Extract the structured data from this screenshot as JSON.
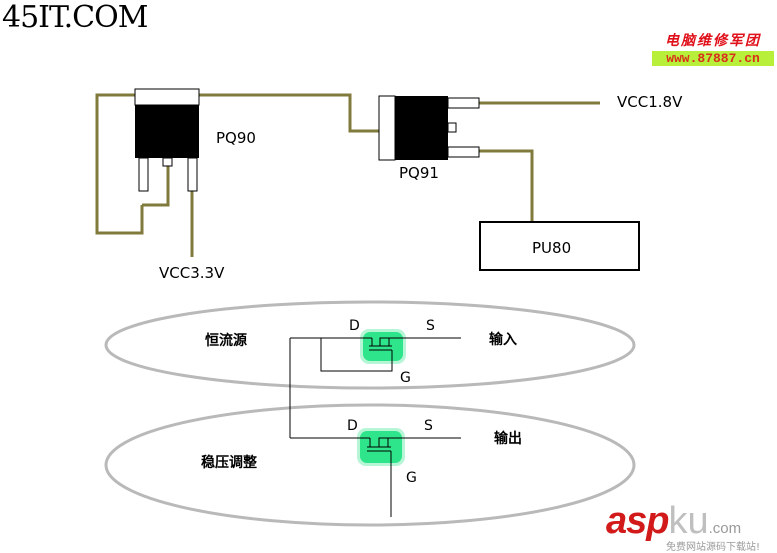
{
  "site_title": "45IT.COM",
  "watermark_top": {
    "text_cn": "电脑维修军团",
    "url": "www.87887.cn"
  },
  "components": {
    "pq90": "PQ90",
    "pq91": "PQ91",
    "pu80": "PU80",
    "vcc33": "VCC3.3V",
    "vcc18": "VCC1.8V"
  },
  "mosfet_sections": [
    {
      "label": "恒流源",
      "drain": "D",
      "source": "S",
      "gate": "G",
      "terminal": "输入"
    },
    {
      "label": "稳压调整",
      "drain": "D",
      "source": "S",
      "gate": "G",
      "terminal": "输出"
    }
  ],
  "colors": {
    "wire": "#807b3c",
    "mosfet_fill": "#2ee58c",
    "ellipse": "#b9b9b9"
  },
  "watermark_bottom": {
    "brand_a": "asp",
    "brand_b": "ku",
    "domain": ".com",
    "tagline": "免费网站源码下载站!"
  }
}
